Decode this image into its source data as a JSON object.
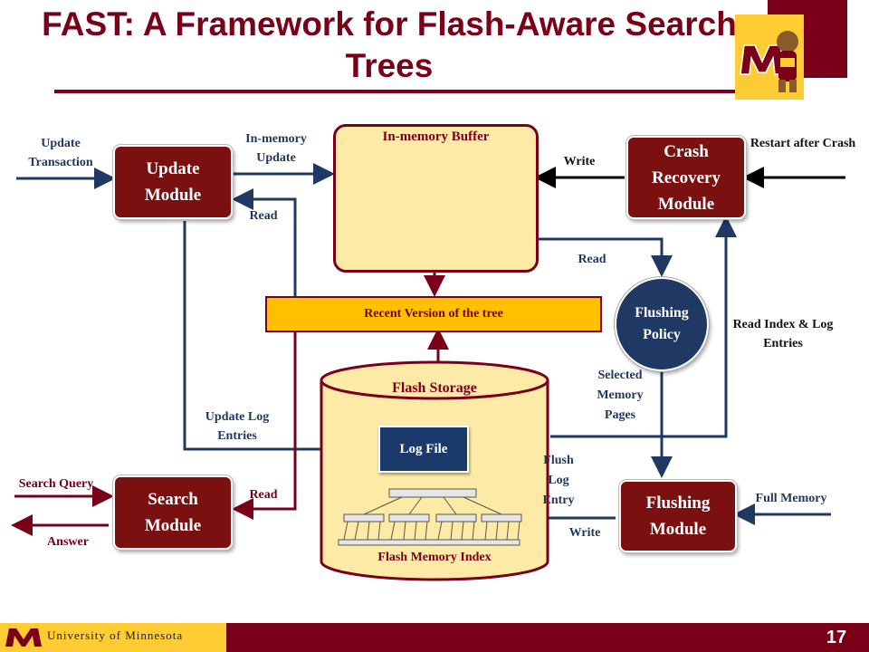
{
  "slide": {
    "title": "FAST: A Framework for Flash-Aware Search Trees",
    "footer_university": "University of Minnesota",
    "page_number": "17"
  },
  "diagram": {
    "modules": {
      "update": "Update Module",
      "search": "Search Module",
      "crash_recovery": "Crash Recovery Module",
      "flushing": "Flushing Module",
      "flushing_policy": "Flushing Policy"
    },
    "in_memory_buffer": "In-memory  Buffer",
    "recent_version": "Recent Version of the tree",
    "flash_storage": "Flash Storage",
    "log_file": "Log File",
    "flash_memory_index": "Flash Memory Index",
    "labels": {
      "update_transaction": "Update Transaction",
      "in_memory_update": "In-memory Update",
      "read_update": "Read",
      "write_crash": "Write",
      "restart_after_crash": "Restart after Crash",
      "read_buffer": "Read",
      "read_index_log": "Read Index & Log Entries",
      "selected_pages": "Selected Memory Pages",
      "update_log_entries": "Update Log Entries",
      "flush_log_entry": "Flush Log Entry",
      "full_memory": "Full Memory",
      "search_query": "Search Query",
      "answer": "Answer",
      "read_search": "Read",
      "write_flush": "Write"
    },
    "colors": {
      "maroon": "#7a0019",
      "gold": "#ffcc33",
      "navy": "#1f3864"
    }
  }
}
